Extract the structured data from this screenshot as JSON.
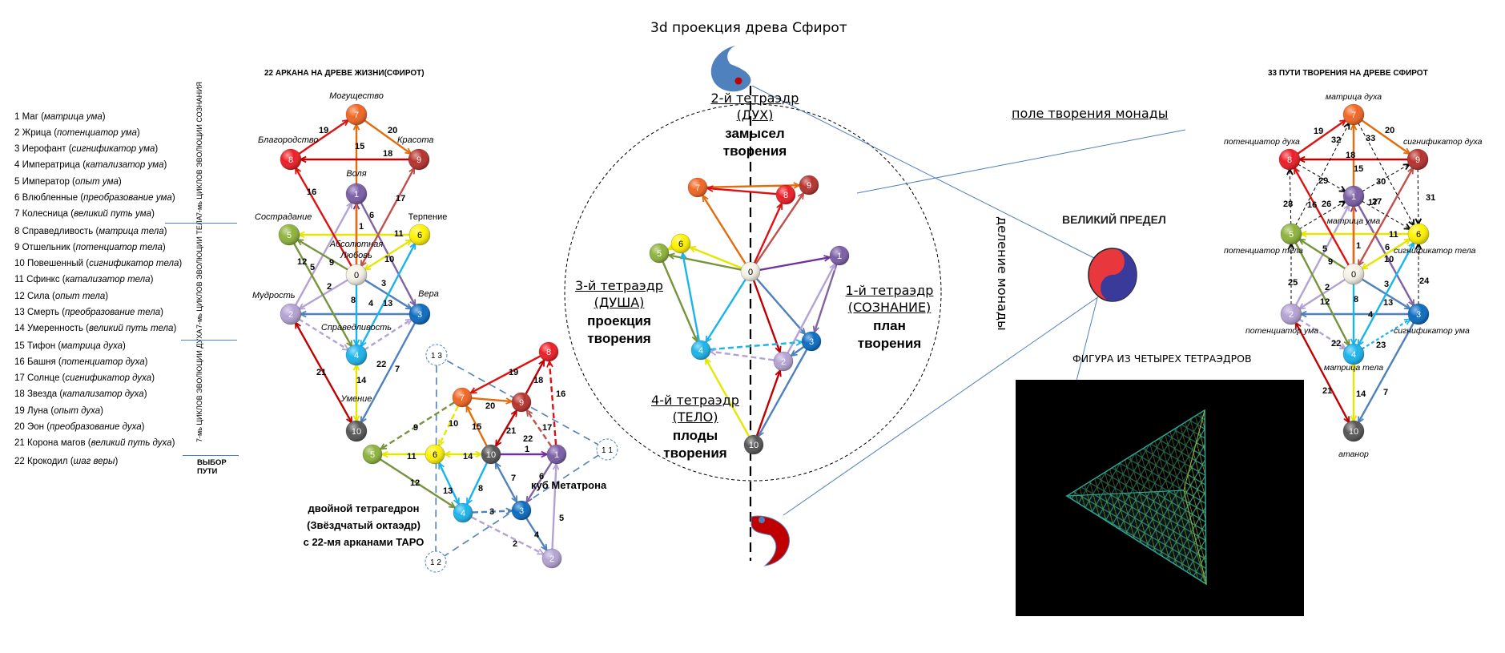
{
  "arcana_list": {
    "items": [
      {
        "num": "1",
        "name": "Маг",
        "role": "матрица ума"
      },
      {
        "num": "2",
        "name": "Жрица",
        "role": "потенциатор ума"
      },
      {
        "num": "3",
        "name": "Иерофант",
        "role": "сигнификатор ума"
      },
      {
        "num": "4",
        "name": "Императрица",
        "role": "катализатор ума"
      },
      {
        "num": "5",
        "name": "Император",
        "role": "опыт ума"
      },
      {
        "num": "6",
        "name": "Влюбленные",
        "role": "преобразование ума"
      },
      {
        "num": "7",
        "name": "Колесница",
        "role": "великий путь ума"
      },
      {
        "num": "8",
        "name": "Справедливость",
        "role": "матрица тела"
      },
      {
        "num": "9",
        "name": "Отшельник",
        "role": "потенциатор тела"
      },
      {
        "num": "10",
        "name": "Повешенный",
        "role": "сигнификатор тела"
      },
      {
        "num": "11",
        "name": "Сфинкс",
        "role": "катализатор тела"
      },
      {
        "num": "12",
        "name": "Сила",
        "role": "опыт тела"
      },
      {
        "num": "13",
        "name": "Смерть",
        "role": "преобразование тела"
      },
      {
        "num": "14",
        "name": "Умеренность",
        "role": "великий путь тела"
      },
      {
        "num": "15",
        "name": "Тифон",
        "role": "матрица духа"
      },
      {
        "num": "16",
        "name": "Башня",
        "role": "потенциатор духа"
      },
      {
        "num": "17",
        "name": "Солнце",
        "role": "сигнификатор духа"
      },
      {
        "num": "18",
        "name": "Звезда",
        "role": "катализатор духа"
      },
      {
        "num": "19",
        "name": "Луна",
        "role": "опыт духа"
      },
      {
        "num": "20",
        "name": "Эон",
        "role": "преобразование духа"
      },
      {
        "num": "21",
        "name": "Корона магов",
        "role": "великий путь духа"
      },
      {
        "num": "22",
        "name": "Крокодил",
        "role": "шаг веры"
      }
    ],
    "groups": [
      {
        "line1": "7-мь ЦИКЛОВ ЭВОЛЮЦИИ",
        "line2": "СОЗНАНИЯ"
      },
      {
        "line1": "7-мь ЦИКЛОВ ЭВОЛЮЦИИ",
        "line2": "ТЕЛА"
      },
      {
        "line1": "7-мь ЦИКЛОВ ЭВОЛЮЦИИ",
        "line2": "ДУХА"
      }
    ],
    "last_group_label": "ВЫБОР ПУТИ"
  },
  "tree_left": {
    "title": "22 АРКАНА НА ДРЕВЕ ЖИЗНИ(СФИРОТ)",
    "nodes": [
      {
        "id": "7",
        "label": "Могущество",
        "color": "#f26522"
      },
      {
        "id": "8",
        "label": "Благородство",
        "color": "#ee1c25"
      },
      {
        "id": "9",
        "label": "Красота",
        "color": "#b7312c"
      },
      {
        "id": "1",
        "label": "Воля",
        "color": "#7b5ea7"
      },
      {
        "id": "5",
        "label": "Сострадание",
        "color": "#8db33b"
      },
      {
        "id": "6",
        "label": "Терпение",
        "color": "#fff200"
      },
      {
        "id": "0",
        "label": "Абсолютная Любовь",
        "color": "#f5f2e6"
      },
      {
        "id": "2",
        "label": "Мудрость",
        "color": "#b3a2d3"
      },
      {
        "id": "3",
        "label": "Вера",
        "color": "#0a6cc2"
      },
      {
        "id": "4",
        "label": "Справедливость",
        "color": "#1ab4ec"
      },
      {
        "id": "10",
        "label": "Умение",
        "color": "#555555"
      }
    ],
    "paths": [
      {
        "n": "1",
        "from": "0",
        "to": "1"
      },
      {
        "n": "2",
        "from": "0",
        "to": "2"
      },
      {
        "n": "3",
        "from": "0",
        "to": "3"
      },
      {
        "n": "4",
        "from": "3",
        "to": "2"
      },
      {
        "n": "5",
        "from": "2",
        "to": "1"
      },
      {
        "n": "6",
        "from": "1",
        "to": "3"
      },
      {
        "n": "7",
        "from": "3",
        "to": "10"
      },
      {
        "n": "8",
        "from": "0",
        "to": "4"
      },
      {
        "n": "9",
        "from": "0",
        "to": "5"
      },
      {
        "n": "10",
        "from": "6",
        "to": "0"
      },
      {
        "n": "11",
        "from": "6",
        "to": "5"
      },
      {
        "n": "12",
        "from": "5",
        "to": "4"
      },
      {
        "n": "13",
        "from": "4",
        "to": "6"
      },
      {
        "n": "14",
        "from": "4",
        "to": "10"
      },
      {
        "n": "15",
        "from": "0",
        "to": "7"
      },
      {
        "n": "16",
        "from": "0",
        "to": "8"
      },
      {
        "n": "17",
        "from": "0",
        "to": "9"
      },
      {
        "n": "18",
        "from": "9",
        "to": "8"
      },
      {
        "n": "19",
        "from": "8",
        "to": "7"
      },
      {
        "n": "20",
        "from": "7",
        "to": "9"
      },
      {
        "n": "21",
        "from": "2",
        "to": "10"
      },
      {
        "n": "22",
        "from": "4",
        "to": "3"
      }
    ]
  },
  "star_tetra": {
    "caption_lines": [
      "двойной тетрагедрон",
      "(Звёздчатый октаэдр)",
      "с 22-мя арканами ТАРО"
    ],
    "cube_label": "куб Метатрона",
    "ghost_nodes": [
      "13",
      "12",
      "11"
    ],
    "paths": [
      {
        "n": "1",
        "from": "10",
        "to": "1"
      },
      {
        "n": "2",
        "from": "4",
        "to": "2"
      },
      {
        "n": "3",
        "from": "4",
        "to": "3"
      },
      {
        "n": "4",
        "from": "3",
        "to": "2"
      },
      {
        "n": "5",
        "from": "2",
        "to": "1"
      },
      {
        "n": "6",
        "from": "1",
        "to": "3"
      },
      {
        "n": "7",
        "from": "3",
        "to": "10"
      },
      {
        "n": "8",
        "from": "10",
        "to": "4"
      },
      {
        "n": "9",
        "from": "7",
        "to": "5"
      },
      {
        "n": "10",
        "from": "7",
        "to": "6"
      },
      {
        "n": "11",
        "from": "6",
        "to": "5"
      },
      {
        "n": "12",
        "from": "5",
        "to": "4"
      },
      {
        "n": "13",
        "from": "4",
        "to": "6"
      },
      {
        "n": "14",
        "from": "6",
        "to": "10"
      },
      {
        "n": "15",
        "from": "10",
        "to": "7"
      },
      {
        "n": "16",
        "from": "1",
        "to": "8"
      },
      {
        "n": "17",
        "from": "1",
        "to": "9"
      },
      {
        "n": "18",
        "from": "9",
        "to": "8"
      },
      {
        "n": "19",
        "from": "8",
        "to": "7"
      },
      {
        "n": "20",
        "from": "7",
        "to": "9"
      },
      {
        "n": "21",
        "from": "9",
        "to": "10"
      },
      {
        "n": "22",
        "from": "",
        "to": ""
      }
    ]
  },
  "center": {
    "title": "3d проекция древа Сфирот",
    "tetra2": {
      "line1": "2-й тетраэдр",
      "line2": "(ДУХ)",
      "bold1": "замысел",
      "bold2": "творения"
    },
    "tetra3": {
      "line1": "3-й тетраэдр",
      "line2": "(ДУША)",
      "bold1": "проекция",
      "bold2": "творения"
    },
    "tetra1": {
      "line1": "1-й тетраэдр",
      "line2": "(СОЗНАНИЕ)",
      "bold1": "план",
      "bold2": "творения"
    },
    "tetra4": {
      "line1": "4-й тетраэдр",
      "line2": "(ТЕЛО)",
      "bold1": "плоды",
      "bold2": "творения"
    }
  },
  "monad": {
    "field_label": "поле творения монады",
    "division_label": "деление монады",
    "great_limit": "ВЕЛИКИЙ ПРЕДЕЛ",
    "yin_color": "#c00000",
    "yang_color": "#4f81bd",
    "yinyang_red": "#e8383d",
    "yinyang_blue": "#3a3a9a"
  },
  "figure": {
    "title": "ФИГУРА ИЗ ЧЕТЫРЕХ ТЕТРАЭДРОВ"
  },
  "tree_right": {
    "title": "33 ПУТИ ТВОРЕНИЯ  НА ДРЕВЕ  СФИРОТ",
    "labels": {
      "7": "матрица  духа",
      "8": "потенциатор  духа",
      "9": "сигнификатор  духа",
      "1": "матрица  ума",
      "5": "потенциатор  тела",
      "6": "сигнификатор  тела",
      "2": "потенциатор  ума",
      "3": "сигнификатор  ума",
      "4": "матрица  тела",
      "10": "атанор"
    },
    "extra_paths": [
      {
        "n": "23",
        "from": "4",
        "to": "3"
      },
      {
        "n": "24",
        "from": "3",
        "to": "6"
      },
      {
        "n": "25",
        "from": "2",
        "to": "5"
      },
      {
        "n": "26",
        "from": "5",
        "to": "1"
      },
      {
        "n": "27",
        "from": "1",
        "to": "6"
      },
      {
        "n": "28",
        "from": "5",
        "to": "8"
      },
      {
        "n": "29",
        "from": "8",
        "to": "1"
      },
      {
        "n": "30",
        "from": "1",
        "to": "9"
      },
      {
        "n": "31",
        "from": "9",
        "to": "6"
      },
      {
        "n": "32",
        "from": "5",
        "to": "7"
      },
      {
        "n": "33",
        "from": "7",
        "to": "6"
      }
    ]
  }
}
